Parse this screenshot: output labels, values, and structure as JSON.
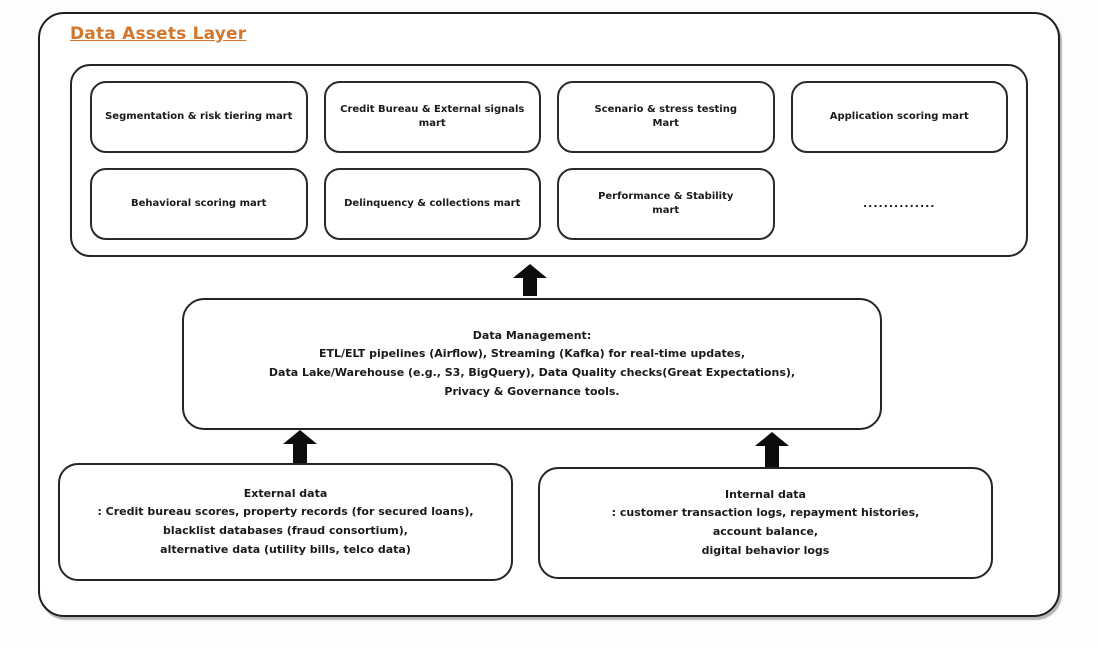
{
  "title": "Data Assets Layer",
  "colors": {
    "accent_orange": "#D2772B",
    "border_black": "#1f1f1f",
    "text": "#1a1a1a",
    "background": "#ffffff"
  },
  "icons": {
    "up_arrow": "block-up-arrow"
  },
  "marts": {
    "items": [
      {
        "label": "Segmentation & risk tiering mart"
      },
      {
        "label": "Credit Bureau & External signals\nmart"
      },
      {
        "label": "Scenario & stress testing\nMart"
      },
      {
        "label": "Application scoring mart"
      },
      {
        "label": "Behavioral scoring mart"
      },
      {
        "label": "Delinquency & collections mart"
      },
      {
        "label": "Performance & Stability\nmart"
      },
      {
        "label": ".............."
      }
    ]
  },
  "data_management": {
    "lines": [
      "Data Management:",
      "ETL/ELT pipelines (Airflow), Streaming (Kafka) for real-time updates,",
      "Data Lake/Warehouse (e.g., S3, BigQuery), Data Quality checks(Great Expectations),",
      "Privacy & Governance tools."
    ]
  },
  "external_data": {
    "lines": [
      "External data",
      ": Credit bureau scores, property records (for secured loans),",
      "blacklist databases (fraud consortium),",
      "alternative data (utility bills, telco data)"
    ]
  },
  "internal_data": {
    "lines": [
      "Internal data",
      ": customer transaction logs, repayment histories,",
      "account balance,",
      "digital behavior logs"
    ]
  }
}
